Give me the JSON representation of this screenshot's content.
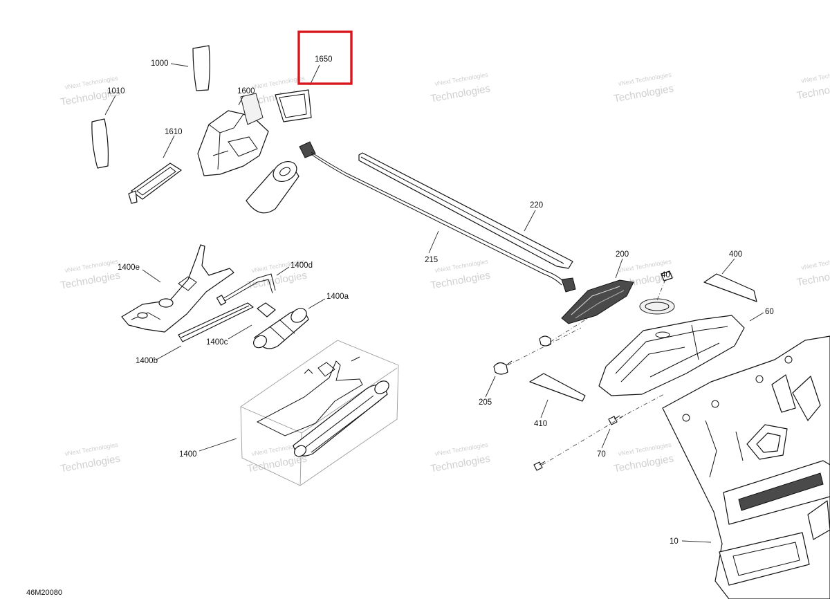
{
  "diagram": {
    "document_number": "46M20080",
    "highlighted_callout": "1650",
    "watermark": {
      "line1": "vNext Technologies",
      "line2": "Technologies"
    },
    "callouts": {
      "c1000": "1000",
      "c1010": "1010",
      "c1600": "1600",
      "c1610": "1610",
      "c1650": "1650",
      "c220": "220",
      "c215": "215",
      "c200": "200",
      "c400": "400",
      "c60": "60",
      "c1400e": "1400e",
      "c1400d": "1400d",
      "c1400a": "1400a",
      "c1400c": "1400c",
      "c1400b": "1400b",
      "c1400": "1400",
      "c205": "205",
      "c410": "410",
      "c70": "70",
      "c10": "10",
      "c40": "40"
    },
    "colors": {
      "highlight": "#d9161c",
      "watermark": "#cfcfcf"
    }
  }
}
